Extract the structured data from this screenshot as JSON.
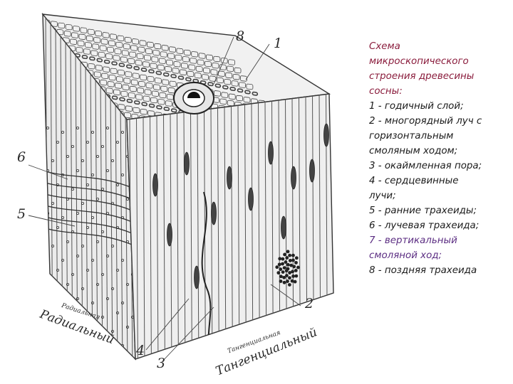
{
  "callouts": {
    "c1": "1",
    "c2": "2",
    "c3": "3",
    "c4": "4",
    "c5": "5",
    "c6": "6",
    "c8": "8"
  },
  "faces": {
    "radial_small": "Радиальная",
    "radial": "Радиальный",
    "tangential_small": "Тангенциальная",
    "tangential": "Тангенциальный"
  },
  "legend": {
    "title": "Схема\nмикроскопического\nстроения древесины\nсосны:",
    "items": [
      {
        "text": "1 - годичный слой;",
        "color": "#1a1a1a"
      },
      {
        "text": "2 - многорядный луч с\nгоризонтальным\nсмоляным ходом;",
        "color": "#1a1a1a"
      },
      {
        "text": "3 - окаймленная пора;",
        "color": "#1a1a1a"
      },
      {
        "text": "4 - сердцевинные\nлучи;",
        "color": "#1a1a1a"
      },
      {
        "text": "5 - ранние трахеиды;",
        "color": "#1a1a1a"
      },
      {
        "text": "6 - лучевая трахеида;",
        "color": "#1a1a1a"
      },
      {
        "text": "7 - вертикальный\nсмоляной ход;",
        "color": "#5b2d82"
      },
      {
        "text": "8 - поздняя трахеида",
        "color": "#1a1a1a"
      }
    ]
  }
}
